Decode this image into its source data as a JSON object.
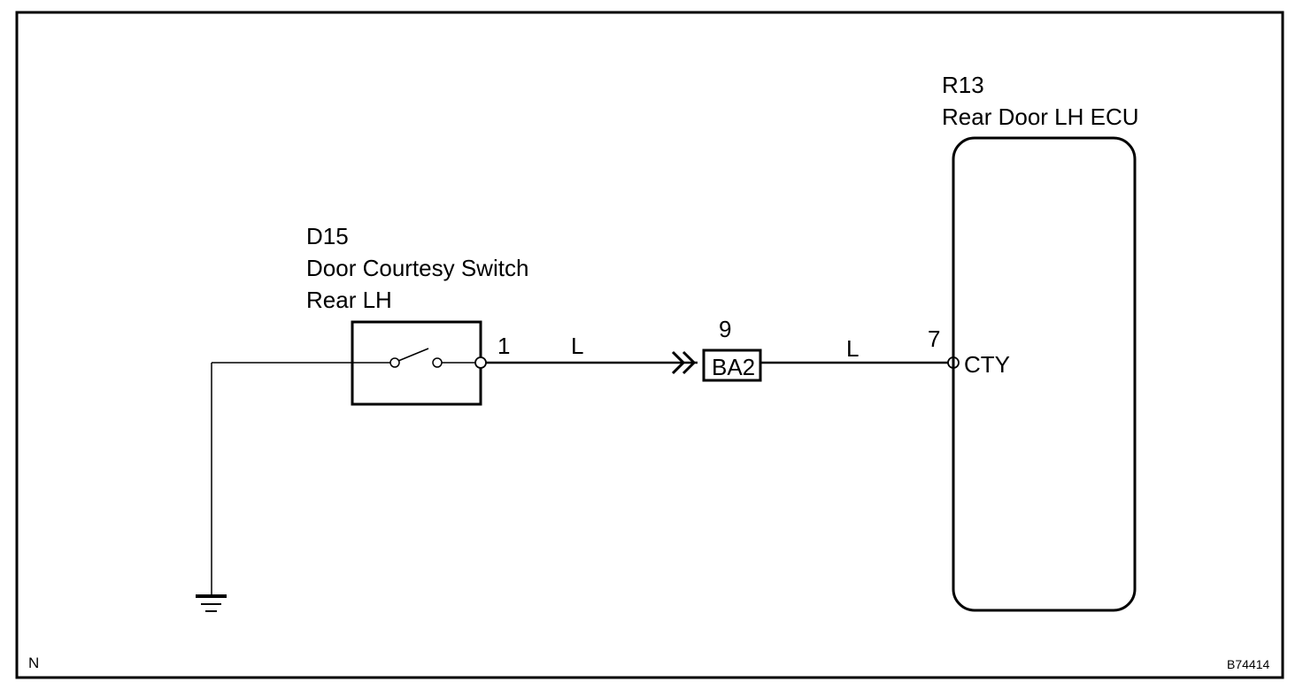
{
  "components": {
    "switch": {
      "code": "D15",
      "name_line1": "Door Courtesy Switch",
      "name_line2": "Rear LH",
      "pin": "1"
    },
    "ecu": {
      "code": "R13",
      "name": "Rear Door LH ECU",
      "pin": "7",
      "terminal": "CTY"
    },
    "connector": {
      "code": "BA2",
      "pin": "9"
    }
  },
  "wires": {
    "left_color": "L",
    "right_color": "L"
  },
  "footer": {
    "left_mark": "N",
    "figure_id": "B74414"
  }
}
